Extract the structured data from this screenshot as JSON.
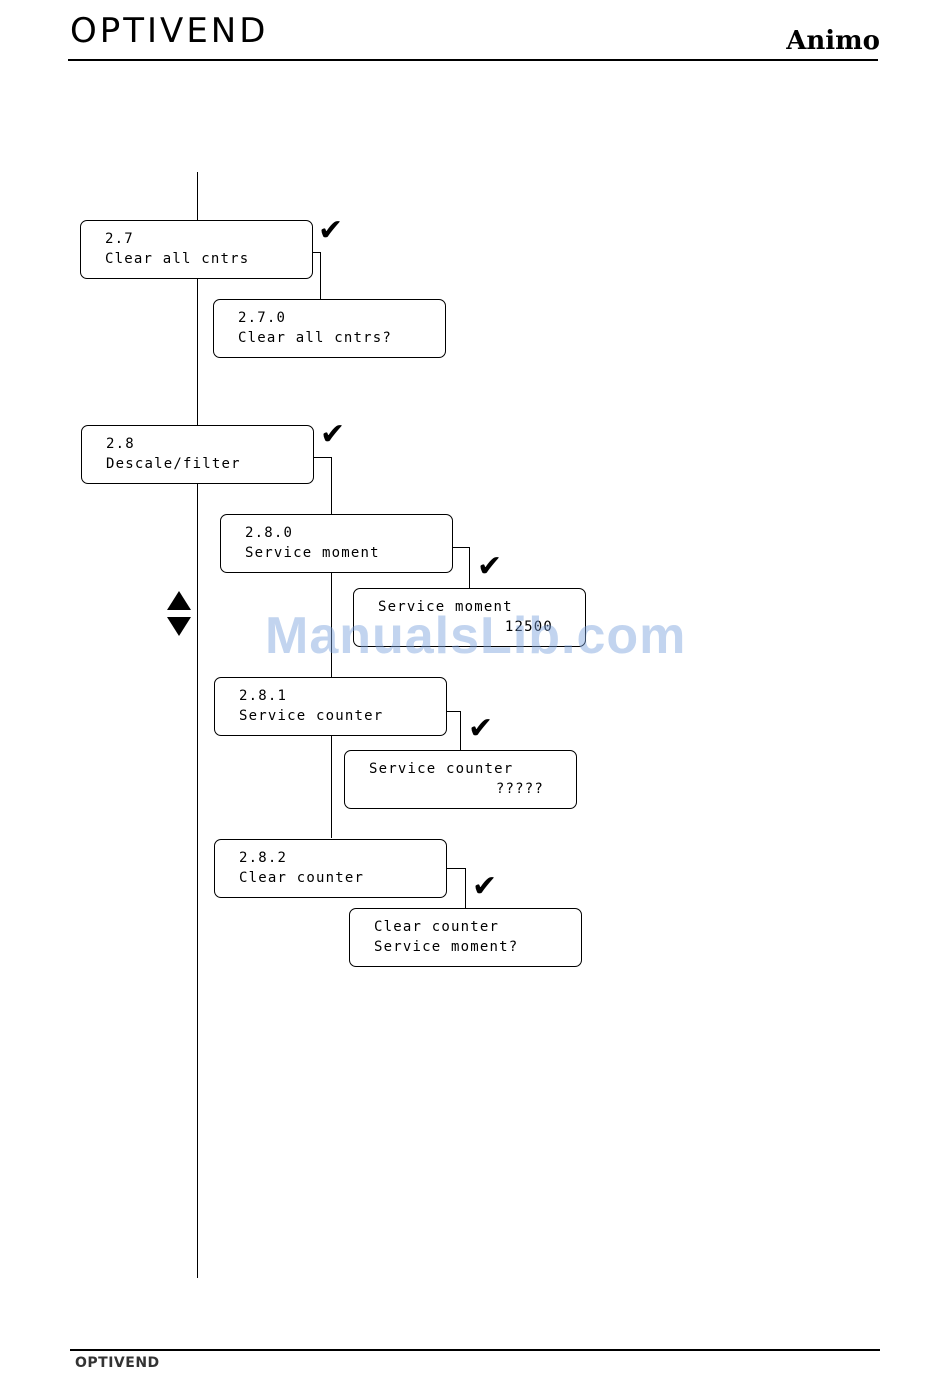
{
  "header": {
    "brand_left": "OPTIVEND",
    "brand_right": "Animo"
  },
  "watermark": "ManualsLib.com",
  "footer": {
    "brand": "OPTIVEND"
  },
  "icons": {
    "check": "check-icon",
    "updown": "up-down-arrows-icon"
  },
  "menu": {
    "m27": {
      "line1": "2.7",
      "line2": "Clear all cntrs"
    },
    "m270": {
      "line1": "2.7.0",
      "line2": "Clear all cntrs?"
    },
    "m28": {
      "line1": "2.8",
      "line2": "Descale/filter"
    },
    "m280": {
      "line1": "2.8.0",
      "line2": "Service moment"
    },
    "m280v": {
      "line1": "Service moment",
      "value": "12500"
    },
    "m281": {
      "line1": "2.8.1",
      "line2": "Service counter"
    },
    "m281v": {
      "line1": "Service counter",
      "value": "?????"
    },
    "m282": {
      "line1": "2.8.2",
      "line2": "Clear counter"
    },
    "m282v": {
      "line1": "Clear counter",
      "line2": "Service moment?"
    }
  },
  "check_symbol": "✔"
}
